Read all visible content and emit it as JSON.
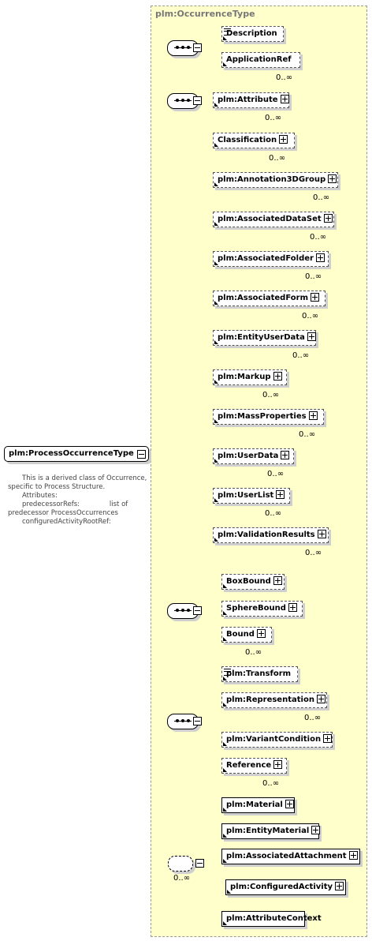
{
  "complex_type": {
    "title": "plm:OccurrenceType"
  },
  "root": {
    "label": "plm:ProcessOccurrenceType",
    "documentation": [
      "This is a derived class of Occurrence,",
      "specific to Process Structure.",
      "",
      "Attributes:",
      "",
      "predecessorRefs:              list of",
      "predecessor ProcessOccurrences",
      "configuredActivityRootRef:"
    ]
  },
  "elements": [
    {
      "label": "Description",
      "occurs": ""
    },
    {
      "label": "ApplicationRef",
      "occurs": "0..∞"
    },
    {
      "label": "plm:Attribute",
      "occurs": "0..∞"
    },
    {
      "label": "Classification",
      "occurs": "0..∞"
    },
    {
      "label": "plm:Annotation3DGroup",
      "occurs": "0..∞"
    },
    {
      "label": "plm:AssociatedDataSet",
      "occurs": "0..∞"
    },
    {
      "label": "plm:AssociatedFolder",
      "occurs": "0..∞"
    },
    {
      "label": "plm:AssociatedForm",
      "occurs": "0..∞"
    },
    {
      "label": "plm:EntityUserData",
      "occurs": "0..∞"
    },
    {
      "label": "plm:Markup",
      "occurs": "0..∞"
    },
    {
      "label": "plm:MassProperties",
      "occurs": "0..∞"
    },
    {
      "label": "plm:UserData",
      "occurs": "0..∞"
    },
    {
      "label": "plm:UserList",
      "occurs": "0..∞"
    },
    {
      "label": "plm:ValidationResults",
      "occurs": "0..∞"
    },
    {
      "label": "BoxBound",
      "occurs": ""
    },
    {
      "label": "SphereBound",
      "occurs": ""
    },
    {
      "label": "Bound",
      "occurs": "0..∞"
    },
    {
      "label": "plm:Transform",
      "occurs": ""
    },
    {
      "label": "plm:Representation",
      "occurs": "0..∞"
    },
    {
      "label": "plm:VariantCondition",
      "occurs": ""
    },
    {
      "label": "Reference",
      "occurs": "0..∞"
    },
    {
      "label": "plm:Material",
      "occurs": ""
    },
    {
      "label": "plm:EntityMaterial",
      "occurs": ""
    },
    {
      "label": "plm:AssociatedAttachment",
      "occurs": ""
    },
    {
      "label": "plm:ConfiguredActivity",
      "occurs": ""
    },
    {
      "label": "plm:AttributeContext",
      "occurs": ""
    }
  ],
  "choice": {
    "occurs": "0..∞"
  }
}
